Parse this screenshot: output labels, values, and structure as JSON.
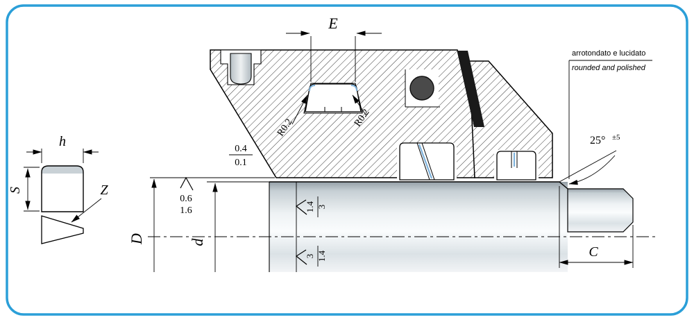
{
  "colors": {
    "border": "#2b9fd8",
    "line": "#000000",
    "oring": "#4a4a4a",
    "backup": "#1a1a1a",
    "seal_accent": "#7fb3dc"
  },
  "left_figure": {
    "h": "h",
    "S": "S",
    "Z": "Z"
  },
  "dimensions": {
    "E": "E",
    "D": "D",
    "d": "d",
    "C": "C"
  },
  "radii": {
    "left": "R0.2",
    "right": "R0.2"
  },
  "angle": {
    "value": "25°",
    "tolerance": "±5"
  },
  "fractions": {
    "step": {
      "num": "0.4",
      "den": "0.1"
    },
    "bore_finish": {
      "num": "0.6",
      "den": "1.6"
    },
    "rod_finish_upper": {
      "num": "1.4",
      "den": "3"
    },
    "rod_finish_lower": {
      "num": "3",
      "den": "1.4"
    }
  },
  "notes": {
    "italian": "arrotondato e lucidato",
    "english": "rounded and polished"
  }
}
